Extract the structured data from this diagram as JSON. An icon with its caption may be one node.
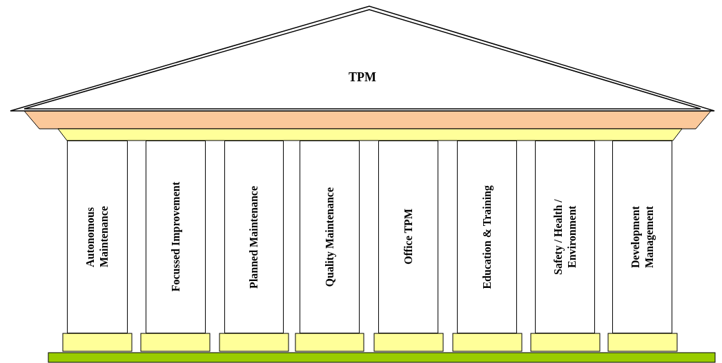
{
  "diagram": {
    "nodes": [
      {
        "text": [
          "TPM"
        ]
      },
      {
        "text": [],
        "shape": "bar"
      },
      {
        "text": [],
        "shape": "bar"
      },
      {
        "text": [
          "Autonomous Maintenance"
        ]
      },
      {
        "text": [
          "Focussed Improvement"
        ]
      },
      {
        "text": [
          "Planned Maintenance"
        ]
      },
      {
        "text": [
          "Quality Maintenance"
        ]
      },
      {
        "text": [
          "Office TPM"
        ]
      },
      {
        "text": [
          "Education & Training"
        ]
      },
      {
        "text": [
          "Safety / Health / Environment"
        ]
      },
      {
        "text": [
          "Development Management"
        ]
      },
      {
        "text": [],
        "shape": "box"
      },
      {
        "text": [],
        "shape": "box"
      },
      {
        "text": [],
        "shape": "box"
      },
      {
        "text": [],
        "shape": "box"
      },
      {
        "text": [],
        "shape": "box"
      },
      {
        "text": [],
        "shape": "box"
      },
      {
        "text": [],
        "shape": "box"
      },
      {
        "text": [],
        "shape": "box"
      },
      {
        "text": [],
        "shape": "box"
      }
    ]
  }
}
